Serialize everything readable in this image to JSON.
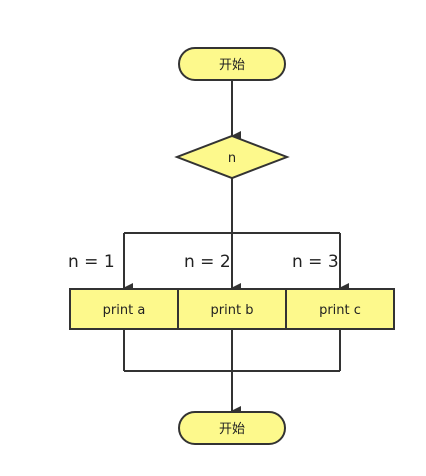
{
  "diagram": {
    "start_label": "开始",
    "decision_label": "n",
    "branches": [
      {
        "condition": "n = 1",
        "action": "print a"
      },
      {
        "condition": "n = 2",
        "action": "print b"
      },
      {
        "condition": "n = 3",
        "action": "print c"
      }
    ],
    "end_label": "开始"
  },
  "colors": {
    "node_fill": "#fdf98c",
    "stroke": "#333333",
    "text": "#222222"
  }
}
